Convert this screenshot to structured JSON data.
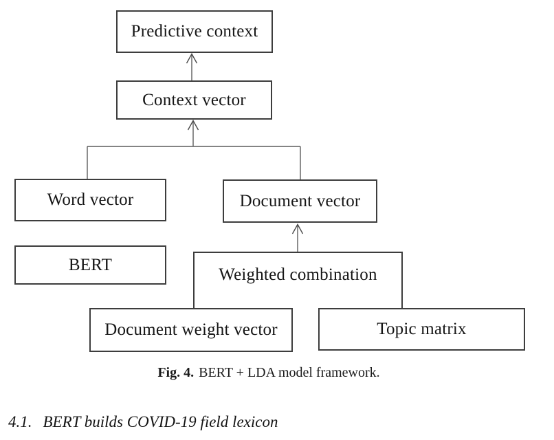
{
  "diagram": {
    "title_semantic": "BERT + LDA model framework flowchart",
    "nodes": [
      {
        "id": "predictive-context",
        "label": "Predictive context"
      },
      {
        "id": "context-vector",
        "label": "Context vector"
      },
      {
        "id": "word-vector",
        "label": "Word vector"
      },
      {
        "id": "bert",
        "label": "BERT"
      },
      {
        "id": "document-vector",
        "label": "Document vector"
      },
      {
        "id": "weighted-combination",
        "label": "Weighted combination"
      },
      {
        "id": "document-weight-vector",
        "label": "Document weight vector"
      },
      {
        "id": "topic-matrix",
        "label": "Topic matrix"
      }
    ],
    "edges": [
      {
        "from": "context-vector",
        "to": "predictive-context",
        "type": "arrow-up"
      },
      {
        "from": "word-vector",
        "to": "context-vector",
        "type": "branch"
      },
      {
        "from": "document-vector",
        "to": "context-vector",
        "type": "branch-arrow-up"
      },
      {
        "from": "weighted-combination",
        "to": "document-vector",
        "type": "arrow-up"
      },
      {
        "from": "document-weight-vector",
        "to": "weighted-combination",
        "type": "line"
      },
      {
        "from": "topic-matrix",
        "to": "weighted-combination",
        "type": "line"
      }
    ]
  },
  "caption": {
    "fig_label": "Fig. 4.",
    "text": "BERT + LDA model framework."
  },
  "section_heading": {
    "number": "4.1.",
    "title": "BERT builds COVID-19 field lexicon"
  },
  "colors": {
    "background": "#ffffff",
    "box_border": "#3d3d3d",
    "connector_line": "#5c5c5c",
    "text": "#161616"
  }
}
